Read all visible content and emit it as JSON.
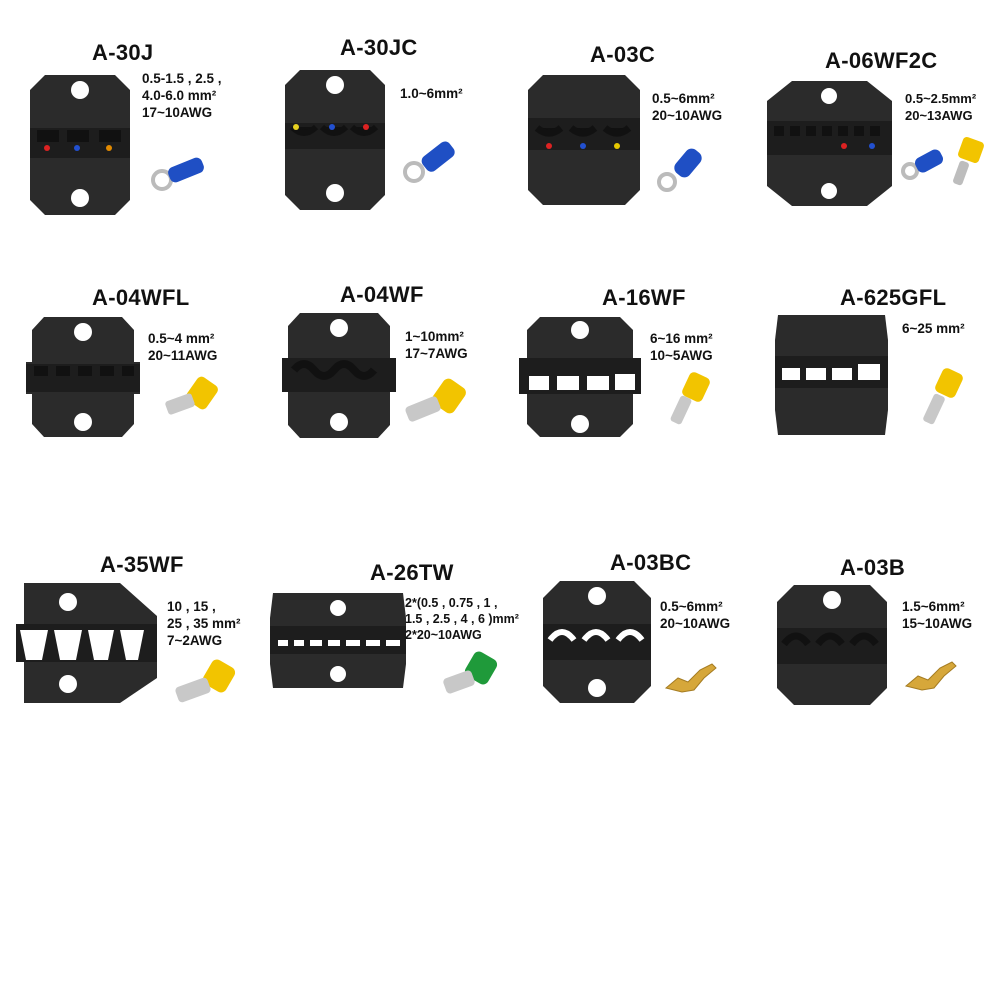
{
  "dies": [
    {
      "model": "A-30J",
      "spec": [
        "0.5-1.5 , 2.5 ,",
        "4.0-6.0 mm²",
        "17~10AWG"
      ],
      "terminal": "ring-icon"
    },
    {
      "model": "A-30JC",
      "spec": [
        "1.0~6mm²"
      ],
      "terminal": "ring-icon"
    },
    {
      "model": "A-03C",
      "spec": [
        "0.5~6mm²",
        "20~10AWG"
      ],
      "terminal": "ring-icon"
    },
    {
      "model": "A-06WF2C",
      "spec": [
        "0.5~2.5mm²",
        "20~13AWG"
      ],
      "terminal": "ring-and-ferrule-icon"
    },
    {
      "model": "A-04WFL",
      "spec": [
        "0.5~4 mm²",
        "20~11AWG"
      ],
      "terminal": "ferrule-icon"
    },
    {
      "model": "A-04WF",
      "spec": [
        "1~10mm²",
        "17~7AWG"
      ],
      "terminal": "ferrule-icon"
    },
    {
      "model": "A-16WF",
      "spec": [
        "6~16 mm²",
        "10~5AWG"
      ],
      "terminal": "ferrule-icon"
    },
    {
      "model": "A-625GFL",
      "spec": [
        "6~25 mm²"
      ],
      "terminal": "ferrule-icon"
    },
    {
      "model": "A-35WF",
      "spec": [
        "10 , 15 ,",
        "25 , 35 mm²",
        "7~2AWG"
      ],
      "terminal": "ferrule-icon"
    },
    {
      "model": "A-26TW",
      "spec": [
        "2*(0.5 , 0.75 , 1 ,",
        "1.5 , 2.5 , 4 , 6 )mm²",
        "2*20~10AWG"
      ],
      "terminal": "twin-ferrule-icon"
    },
    {
      "model": "A-03BC",
      "spec": [
        "0.5~6mm²",
        "20~10AWG"
      ],
      "terminal": "spade-icon"
    },
    {
      "model": "A-03B",
      "spec": [
        "1.5~6mm²",
        "15~10AWG"
      ],
      "terminal": "spade-icon"
    }
  ],
  "colors": {
    "die": "#2b2b2b",
    "die_dark": "#151515",
    "ferrule_yellow": "#f2c400",
    "ferrule_green": "#1f9a3a",
    "ring_blue": "#1f4fc4",
    "brass": "#d6a73a"
  }
}
